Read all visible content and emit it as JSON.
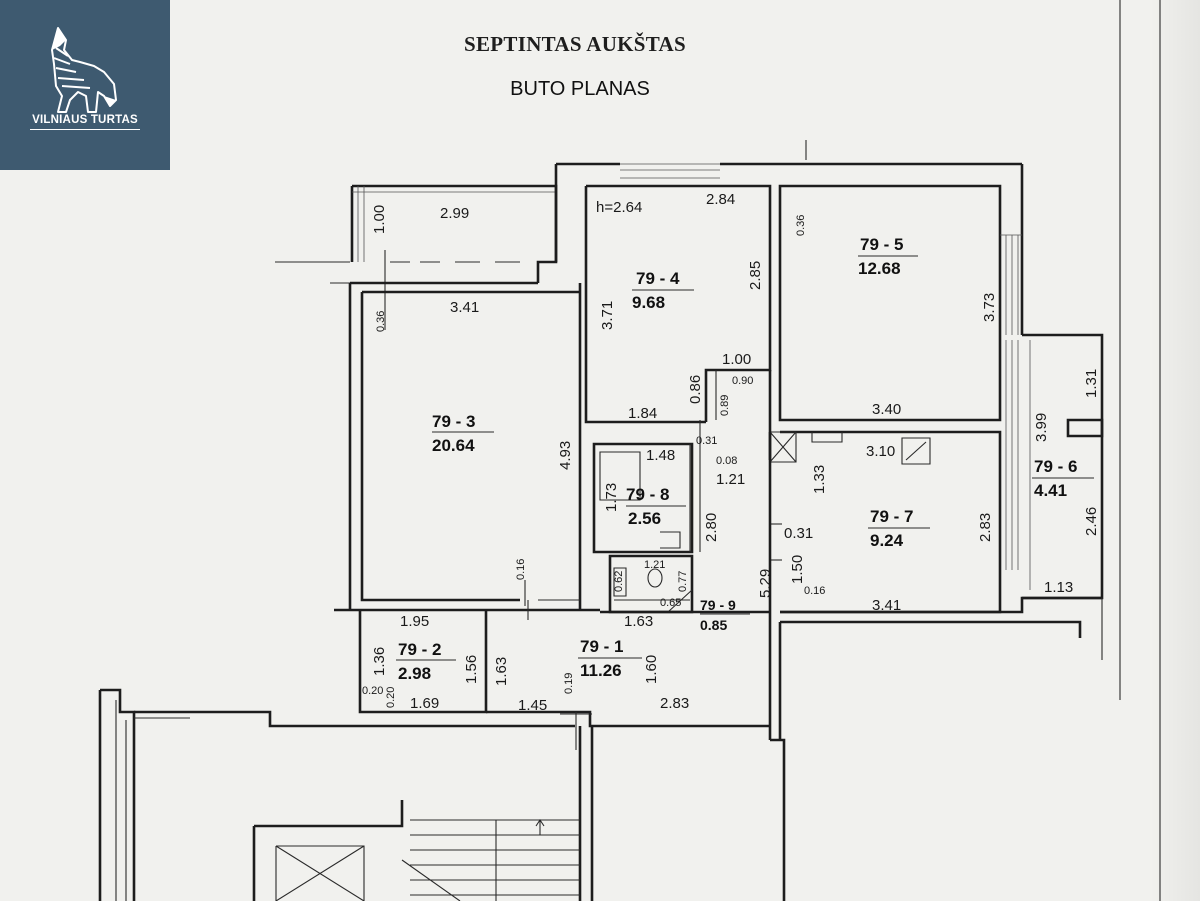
{
  "logo": {
    "brand": "VILNIAUS TURTAS",
    "icon": "wolf-icon",
    "background": "#3e5a70"
  },
  "header": {
    "title": "SEPTINTAS AUKŠTAS",
    "subtitle": "BUTO PLANAS"
  },
  "rooms": [
    {
      "id": "79 - 1",
      "area": "11.26"
    },
    {
      "id": "79 - 2",
      "area": "2.98"
    },
    {
      "id": "79 - 3",
      "area": "20.64"
    },
    {
      "id": "79 - 4",
      "area": "9.68"
    },
    {
      "id": "79 - 5",
      "area": "12.68"
    },
    {
      "id": "79 - 6",
      "area": "4.41"
    },
    {
      "id": "79 - 7",
      "area": "9.24"
    },
    {
      "id": "79 - 8",
      "area": "2.56"
    },
    {
      "id": "79 - 9",
      "area": "0.85"
    }
  ],
  "dimensions": {
    "balcony_width": "2.99",
    "balcony_depth": "1.00",
    "r3_top": "3.41",
    "r3_wall": "0.36",
    "r3_height": "4.93",
    "r3_bottom": "0.16",
    "r4_h": "h=2.64",
    "r4_top": "2.84",
    "r4_left": "3.71",
    "r4_right": "2.85",
    "r4_bottom": "1.84",
    "r4_a": "1.00",
    "r4_b": "0.86",
    "r4_c": "0.90",
    "r4_d": "0.89",
    "r5_wall": "0.36",
    "r5_right": "3.73",
    "r5_bottom": "3.40",
    "r6_a": "1.31",
    "r6_b": "3.99",
    "r6_c": "2.46",
    "r6_bottom": "1.13",
    "r7_a": "3.10",
    "r7_b": "1.33",
    "r7_c": "2.83",
    "r7_d": "0.31",
    "r7_e": "1.50",
    "r7_f": "0.16",
    "r7_bottom": "3.41",
    "r8_a": "1.48",
    "r8_b": "1.73",
    "r8_c": "0.31",
    "r8_d": "0.08",
    "r8_e": "1.21",
    "hall_a": "2.80",
    "hall_b": "5.29",
    "r9_a": "1.21",
    "r9_b": "0.62",
    "r9_c": "0.77",
    "r9_d": "0.65",
    "r1_a": "1.63",
    "r1_b": "1.63",
    "r1_c": "1.60",
    "r1_d": "1.45",
    "r1_e": "0.19",
    "r1_f": "2.83",
    "r2_a": "1.95",
    "r2_b": "1.36",
    "r2_c": "1.56",
    "r2_d": "0.20",
    "r2_e": "0.20",
    "r2_f": "1.69"
  }
}
